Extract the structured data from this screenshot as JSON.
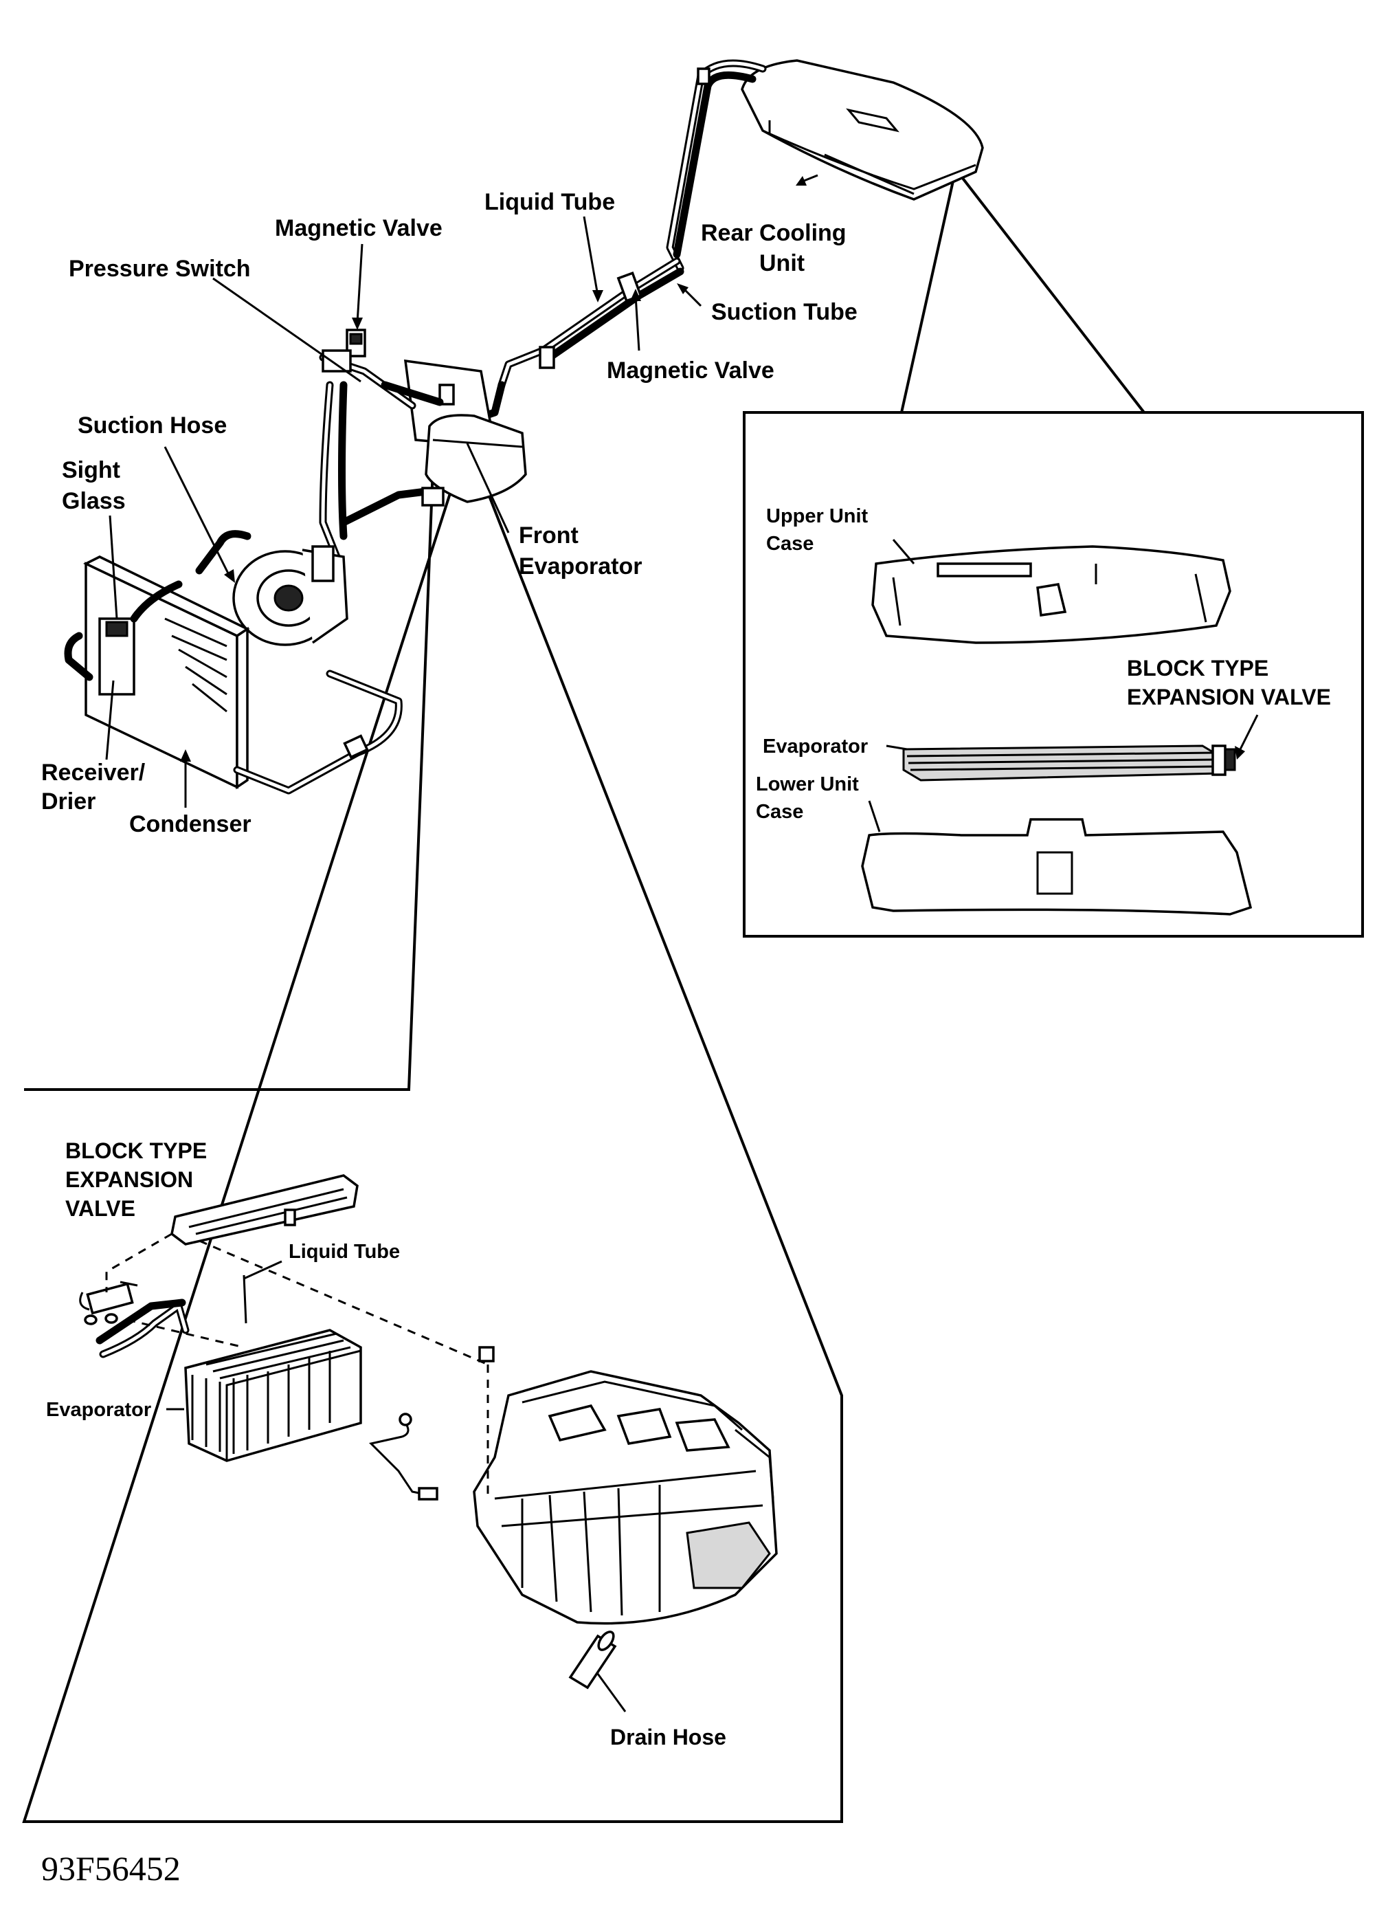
{
  "labels": {
    "magnetic_valve_upper": "Magnetic Valve",
    "pressure_switch": "Pressure Switch",
    "liquid_tube_main": "Liquid Tube",
    "rear_cooling_unit_line1": "Rear Cooling",
    "rear_cooling_unit_line2": "Unit",
    "suction_tube": "Suction Tube",
    "magnetic_valve_lower": "Magnetic Valve",
    "suction_hose": "Suction Hose",
    "sight_glass_line1": "Sight",
    "sight_glass_line2": "Glass",
    "front_evaporator_line1": "Front",
    "front_evaporator_line2": "Evaporator",
    "receiver_drier_line1": "Receiver/",
    "receiver_drier_line2": "Drier",
    "condenser": "Condenser"
  },
  "rear_detail": {
    "upper_unit_case_line1": "Upper Unit",
    "upper_unit_case_line2": "Case",
    "block_valve_line1": "BLOCK TYPE",
    "block_valve_line2": "EXPANSION VALVE",
    "evaporator": "Evaporator",
    "lower_unit_case_line1": "Lower Unit",
    "lower_unit_case_line2": "Case"
  },
  "front_detail": {
    "block_valve_line1": "BLOCK TYPE",
    "block_valve_line2": "EXPANSION",
    "block_valve_line3": "VALVE",
    "liquid_tube": "Liquid Tube",
    "evaporator": "Evaporator",
    "drain_hose": "Drain Hose"
  },
  "figure_code": "93F56452"
}
